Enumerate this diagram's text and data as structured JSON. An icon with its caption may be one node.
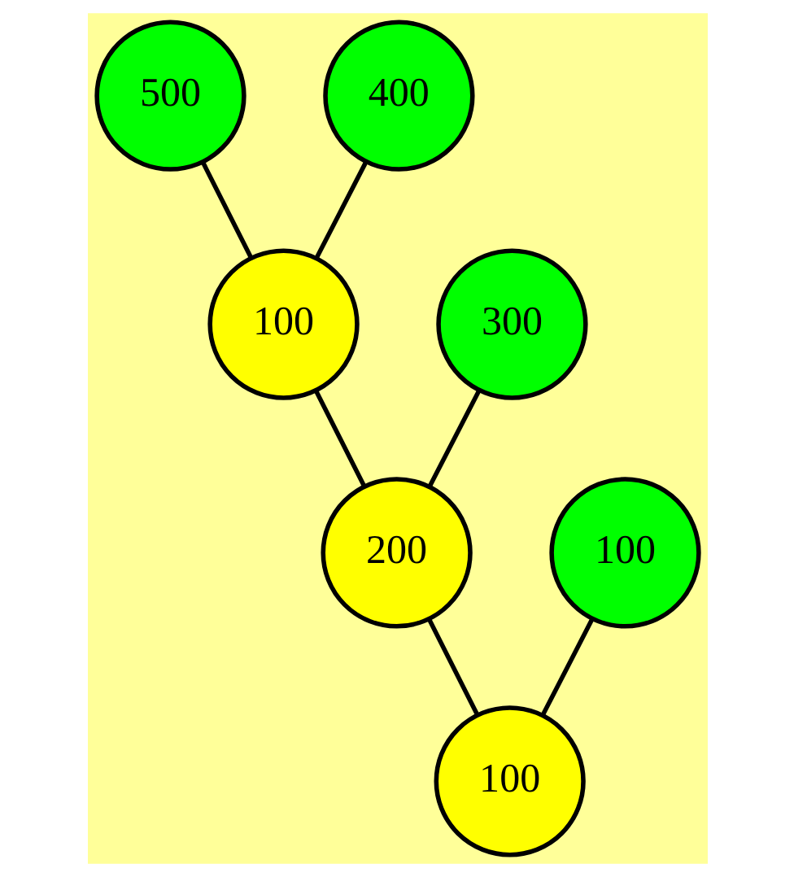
{
  "diagram": {
    "nodes": [
      {
        "text": [
          "500"
        ]
      },
      {
        "text": [
          "400"
        ]
      },
      {
        "text": [
          "100"
        ]
      },
      {
        "text": [
          "300"
        ]
      },
      {
        "text": [
          "200"
        ]
      },
      {
        "text": [
          "100"
        ]
      },
      {
        "text": [
          "100"
        ]
      }
    ],
    "edges": [
      {
        "from": 0,
        "to": 2,
        "arrow": "none"
      },
      {
        "from": 1,
        "to": 2,
        "arrow": "none"
      },
      {
        "from": 2,
        "to": 4,
        "arrow": "none"
      },
      {
        "from": 3,
        "to": 4,
        "arrow": "none"
      },
      {
        "from": 4,
        "to": 6,
        "arrow": "none"
      },
      {
        "from": 5,
        "to": 6,
        "arrow": "none"
      }
    ]
  }
}
